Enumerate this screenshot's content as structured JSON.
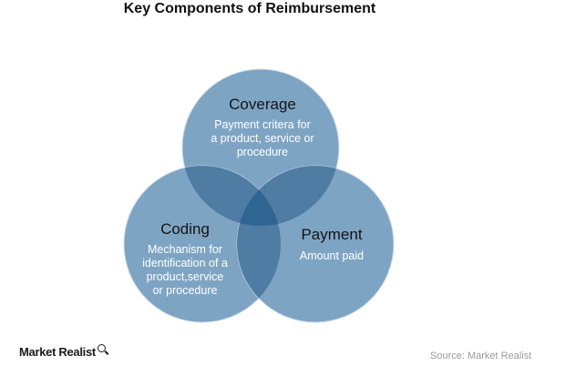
{
  "title": "Key Components  of Reimbursement",
  "circles": [
    {
      "id": "coverage",
      "heading": "Coverage",
      "description": [
        "Payment critera for",
        "a product, service or",
        "procedure"
      ]
    },
    {
      "id": "coding",
      "heading": "Coding",
      "description": [
        "Mechanism for",
        "identification of a",
        "product,service",
        "or procedure"
      ]
    },
    {
      "id": "payment",
      "heading": "Payment",
      "description": [
        "Amount paid"
      ]
    }
  ],
  "logo": "Market Realist",
  "source": "Source: Market Realist",
  "colors": {
    "circle_fill": "#7ea4c4",
    "pair_overlap": "#4e7ca3",
    "center_overlap": "#2e6592",
    "circle_edge": "#c9d8e6",
    "heading_text": "#141414",
    "description_text": "#ffffff"
  }
}
